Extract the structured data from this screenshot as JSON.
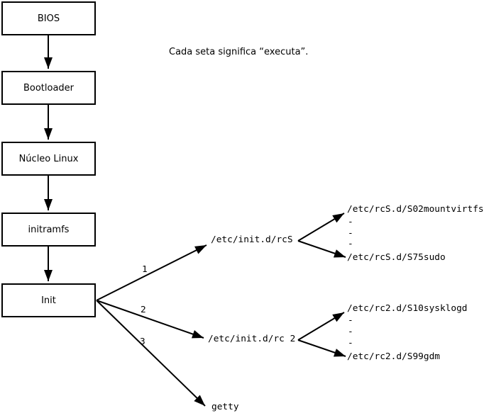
{
  "diagram": {
    "note": "Cada seta significa “executa”.",
    "chain": [
      {
        "label": "BIOS"
      },
      {
        "label": "Bootloader"
      },
      {
        "label": "Núcleo Linux"
      },
      {
        "label": "initramfs"
      },
      {
        "label": "Init"
      }
    ],
    "branches": [
      {
        "number": "1",
        "target": "/etc/init.d/rcS",
        "children": [
          "/etc/rcS.d/S02mountvirtfs",
          "-",
          "-",
          "-",
          "/etc/rcS.d/S75sudo"
        ]
      },
      {
        "number": "2",
        "target": "/etc/init.d/rc 2",
        "children": [
          "/etc/rc2.d/S10sysklogd",
          "-",
          "-",
          "-",
          "/etc/rc2.d/S99gdm"
        ]
      },
      {
        "number": "3",
        "target": "getty",
        "children": []
      }
    ],
    "colors": {
      "background": "#ffffff",
      "line": "#000000",
      "text": "#000000"
    }
  }
}
